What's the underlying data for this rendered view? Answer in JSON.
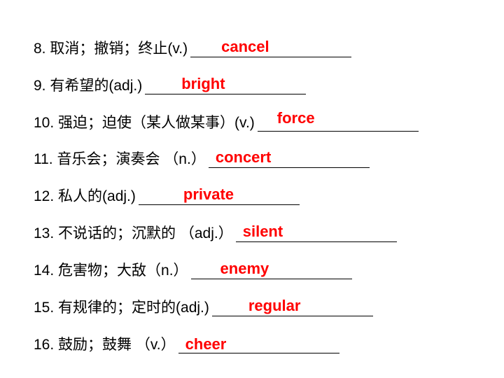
{
  "items": [
    {
      "prompt": "8. 取消；撤销；终止(v.) ",
      "answer": "cancel"
    },
    {
      "prompt": "9. 有希望的(adj.)",
      "answer": "bright"
    },
    {
      "prompt": "10. 强迫；迫使（某人做某事）(v.)",
      "answer": "force"
    },
    {
      "prompt": "11. 音乐会；演奏会 （n.）",
      "answer": "concert"
    },
    {
      "prompt": "12. 私人的(adj.)",
      "answer": "private"
    },
    {
      "prompt": "13. 不说话的；沉默的 （adj.）",
      "answer": "silent"
    },
    {
      "prompt": "14. 危害物；大敌（n.）",
      "answer": "enemy"
    },
    {
      "prompt": "15. 有规律的；定时的(adj.)",
      "answer": "regular"
    },
    {
      "prompt": "16. 鼓励；鼓舞 （v.）",
      "answer": "cheer"
    }
  ],
  "colors": {
    "answer": "#ff0000",
    "text": "#000000",
    "background": "#ffffff"
  }
}
